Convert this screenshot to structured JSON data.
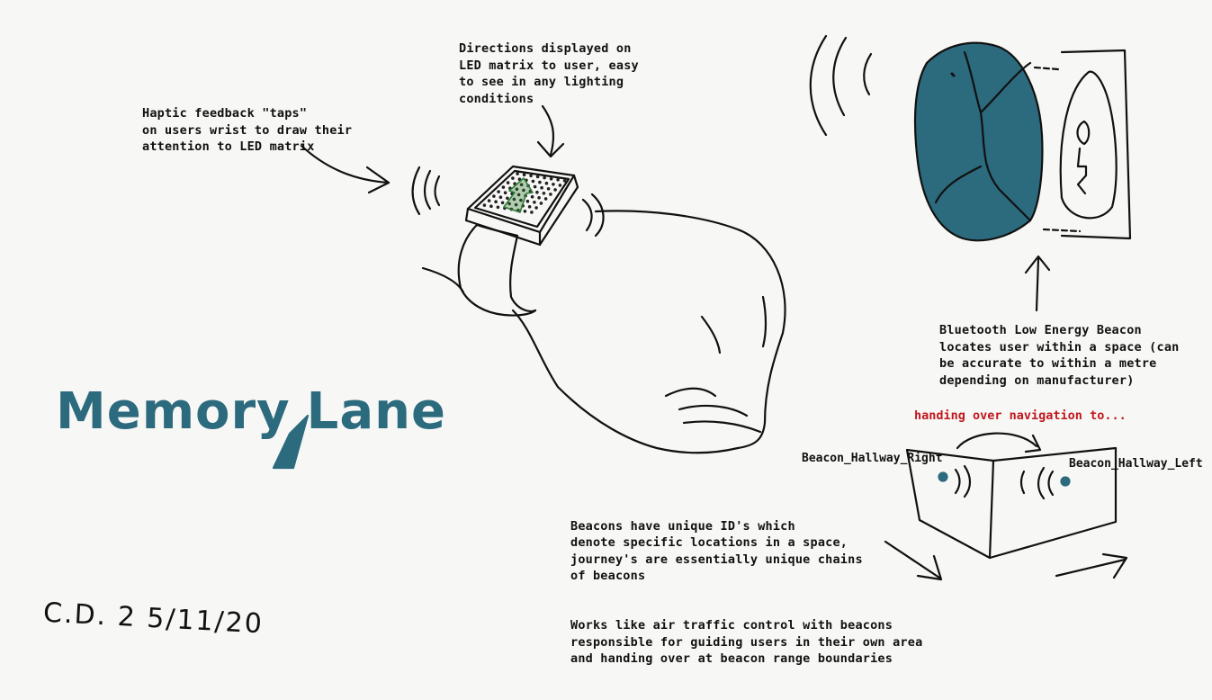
{
  "annotations": {
    "haptic": "Haptic feedback \"taps\"\non users wrist to draw their\nattention to LED matrix",
    "directions": "Directions displayed on\nLED matrix to user, easy\nto see in any lighting\nconditions",
    "beacon": "Bluetooth Low Energy Beacon\nlocates user within a space (can\nbe accurate to within a metre\ndepending on manufacturer)",
    "handover": "handing over navigation to...",
    "beacon_right": "Beacon_Hallway_Right",
    "beacon_left": "Beacon_Hallway_Left",
    "ids_paragraph": "Beacons have unique ID's which\ndenote specific locations in a space,\njourney's are essentially unique chains\nof beacons",
    "atc_paragraph": "Works like air traffic control with beacons\nresponsible for guiding users in their own area\nand handing over at beacon range boundaries"
  },
  "logo": {
    "word1": "Memory",
    "word2": "Lane",
    "color": "#2c6a7e"
  },
  "signature": "C.D. 2 5/11/20",
  "colors": {
    "beacon_fill": "#2c6a7e",
    "accent_red": "#c0171d",
    "led_green": "#2f7a35"
  }
}
